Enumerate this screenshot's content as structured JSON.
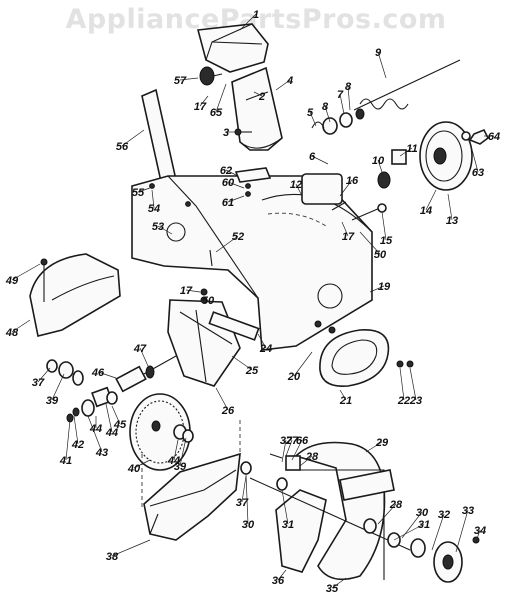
{
  "watermark": "AppliancePartsPros.com",
  "callouts": [
    {
      "text": "1"
    },
    {
      "text": "2"
    },
    {
      "text": "3"
    },
    {
      "text": "4"
    },
    {
      "text": "5"
    },
    {
      "text": "6"
    },
    {
      "text": "7"
    },
    {
      "text": "8"
    },
    {
      "text": "8"
    },
    {
      "text": "9"
    },
    {
      "text": "10"
    },
    {
      "text": "11"
    },
    {
      "text": "12"
    },
    {
      "text": "13"
    },
    {
      "text": "14"
    },
    {
      "text": "15"
    },
    {
      "text": "16"
    },
    {
      "text": "17"
    },
    {
      "text": "17"
    },
    {
      "text": "17"
    },
    {
      "text": "19"
    },
    {
      "text": "20"
    },
    {
      "text": "21"
    },
    {
      "text": "22"
    },
    {
      "text": "23"
    },
    {
      "text": "24"
    },
    {
      "text": "25"
    },
    {
      "text": "26"
    },
    {
      "text": "27"
    },
    {
      "text": "28"
    },
    {
      "text": "28"
    },
    {
      "text": "29"
    },
    {
      "text": "30"
    },
    {
      "text": "30"
    },
    {
      "text": "31"
    },
    {
      "text": "31"
    },
    {
      "text": "32"
    },
    {
      "text": "33"
    },
    {
      "text": "34"
    },
    {
      "text": "35"
    },
    {
      "text": "36"
    },
    {
      "text": "37"
    },
    {
      "text": "37"
    },
    {
      "text": "37"
    },
    {
      "text": "38"
    },
    {
      "text": "39"
    },
    {
      "text": "39"
    },
    {
      "text": "40"
    },
    {
      "text": "41"
    },
    {
      "text": "42"
    },
    {
      "text": "43"
    },
    {
      "text": "44"
    },
    {
      "text": "44"
    },
    {
      "text": "44"
    },
    {
      "text": "45"
    },
    {
      "text": "46"
    },
    {
      "text": "47"
    },
    {
      "text": "48"
    },
    {
      "text": "49"
    },
    {
      "text": "50"
    },
    {
      "text": "50"
    },
    {
      "text": "52"
    },
    {
      "text": "53"
    },
    {
      "text": "54"
    },
    {
      "text": "55"
    },
    {
      "text": "56"
    },
    {
      "text": "57"
    },
    {
      "text": "60"
    },
    {
      "text": "61"
    },
    {
      "text": "62"
    },
    {
      "text": "63"
    },
    {
      "text": "64"
    },
    {
      "text": "65"
    },
    {
      "text": "66"
    }
  ]
}
